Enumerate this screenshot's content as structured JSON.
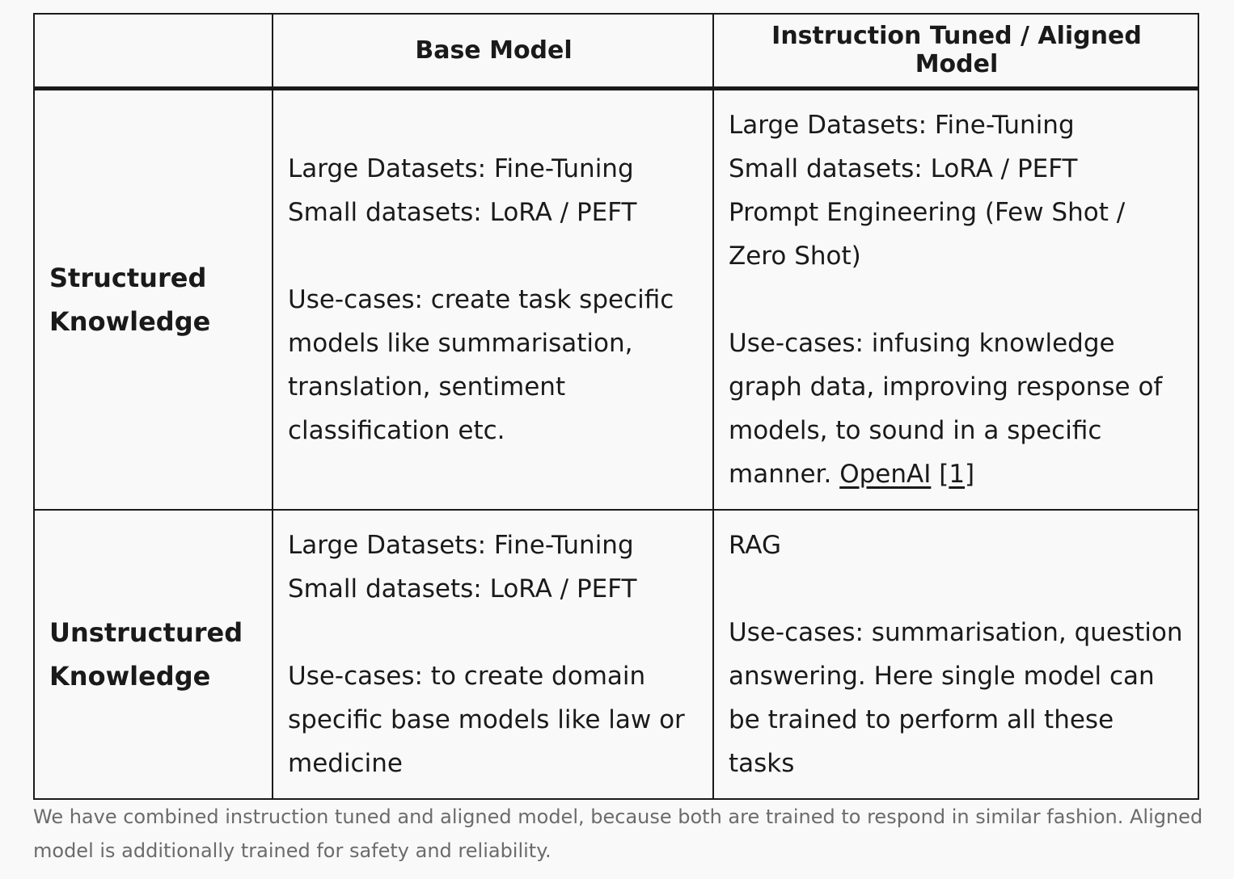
{
  "table": {
    "headers": [
      "",
      "Base Model",
      "Instruction Tuned / Aligned Model"
    ],
    "rows": [
      {
        "label_line1": "Structured",
        "label_line2": "Knowledge",
        "base": {
          "line1": "Large Datasets: Fine-Tuning",
          "line2": "Small datasets: LoRA / PEFT",
          "usecases": "Use-cases: create task specific models like summarisation, translation, sentiment classification etc."
        },
        "aligned": {
          "line1": "Large Datasets: Fine-Tuning",
          "line2": "Small datasets: LoRA / PEFT",
          "line3": "Prompt Engineering (Few Shot / Zero Shot)",
          "usecases": "Use-cases: infusing knowledge graph data, improving response of models, to sound in a specific manner.",
          "link_text": "OpenAI",
          "ref_open": "[",
          "ref_num": "1",
          "ref_close": "]"
        }
      },
      {
        "label_line1": "Unstructured",
        "label_line2": "Knowledge",
        "base": {
          "line1": "Large Datasets: Fine-Tuning",
          "line2": "Small datasets: LoRA / PEFT",
          "usecases": "Use-cases: to create domain specific base models like law or medicine"
        },
        "aligned": {
          "line1": "RAG",
          "usecases": "Use-cases: summarisation, question answering. Here single model can be trained to perform all these tasks"
        }
      }
    ]
  },
  "caption": "We have combined instruction tuned and aligned model, because both are trained to respond in similar fashion. Aligned model is additionally trained for safety and reliability."
}
